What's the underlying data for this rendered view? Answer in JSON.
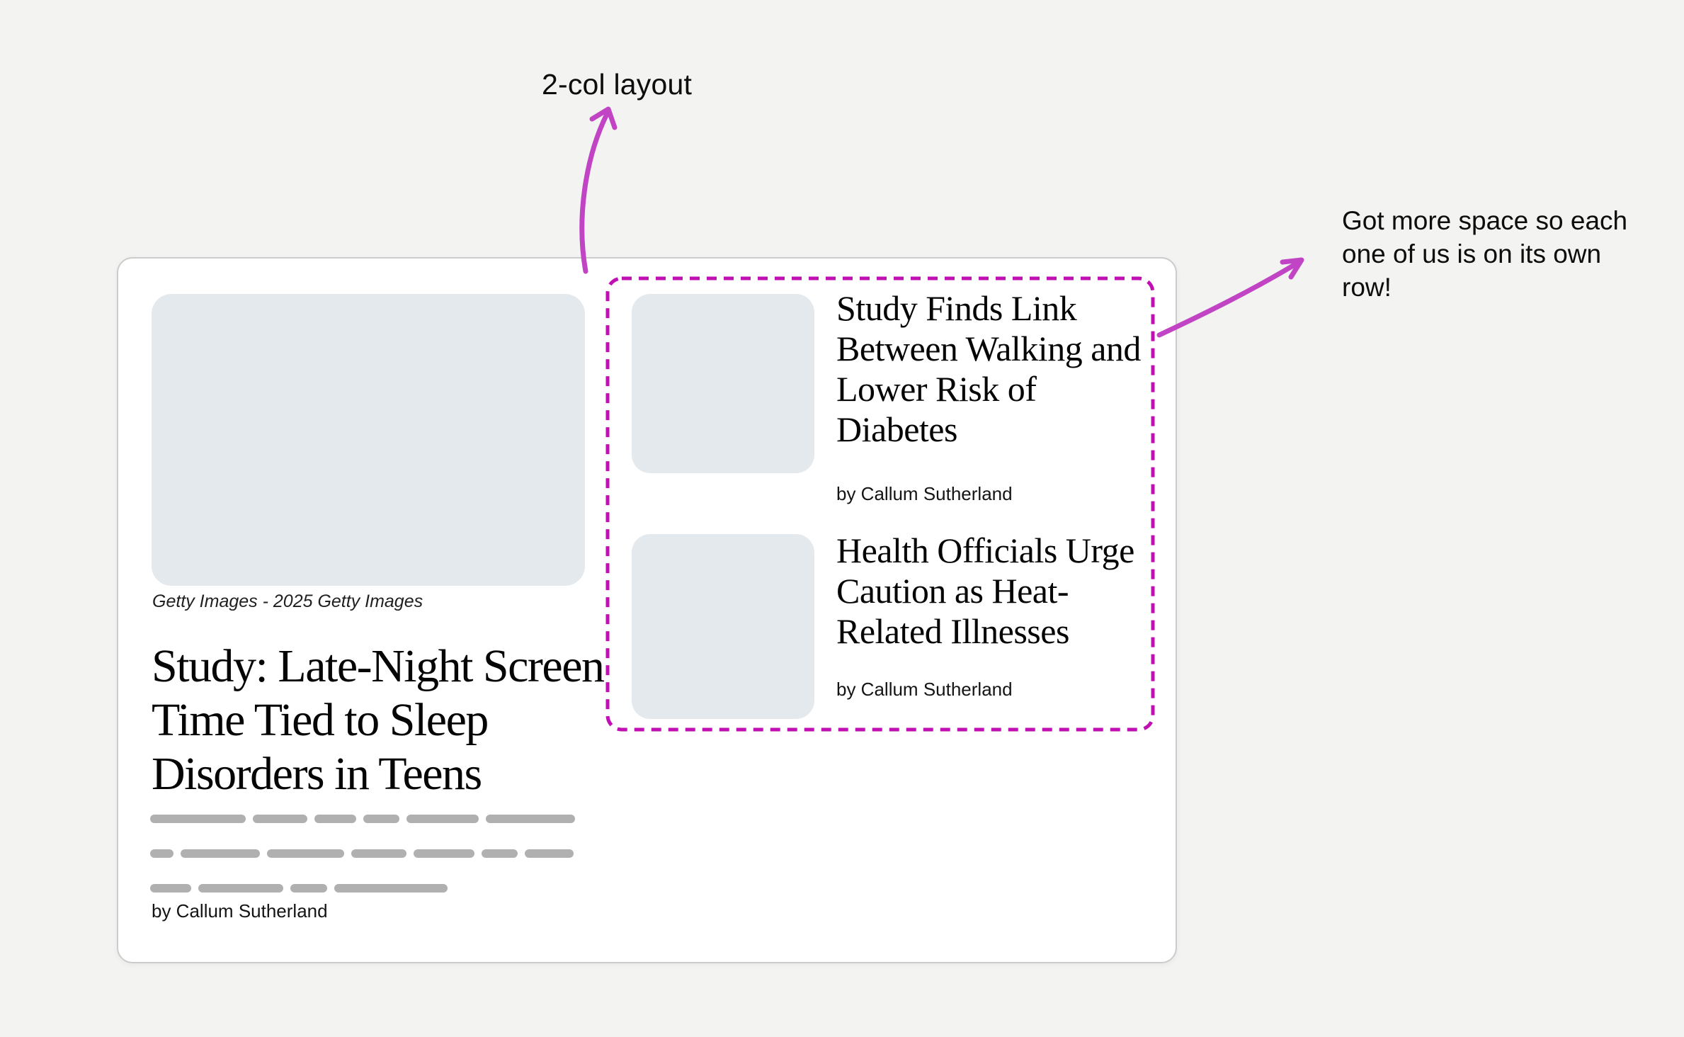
{
  "annotations": {
    "layout_note": "2-col layout",
    "space_note": "Got more space so each\none of us is on its own\nrow!"
  },
  "card": {
    "featured": {
      "image_caption": "Getty Images - 2025 Getty Images",
      "headline": "Study: Late-Night Screen Time Tied to Sleep Disorders in Teens",
      "byline": "by Callum Sutherland"
    },
    "secondary_articles": [
      {
        "headline": "Study Finds Link Between Walking and Lower Risk of Diabetes",
        "byline": "by Callum Sutherland"
      },
      {
        "headline": "Health Officials Urge Caution as Heat-Related Illnesses",
        "byline": "by Callum Sutherland"
      }
    ]
  },
  "skeleton": {
    "rows": [
      [
        135,
        77,
        59,
        51,
        102,
        126
      ],
      [
        33,
        112,
        109,
        78,
        86,
        51,
        69
      ],
      [
        58,
        120,
        52,
        160
      ]
    ]
  },
  "colors": {
    "page_bg": "#f3f3f2",
    "card_bg": "#ffffff",
    "card_border": "#cccccc",
    "image_placeholder": "#e4e9ed",
    "skeleton_bar": "#b0b0b0",
    "dashed_outline": "#c00fb2",
    "annotation_arrow": "#c044c4",
    "text": "#0d0d0d"
  }
}
